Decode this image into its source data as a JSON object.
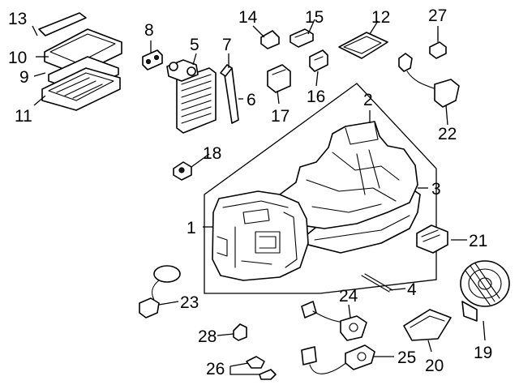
{
  "callouts": [
    {
      "id": "1",
      "text": "1"
    },
    {
      "id": "2",
      "text": "2"
    },
    {
      "id": "3",
      "text": "3"
    },
    {
      "id": "4",
      "text": "4"
    },
    {
      "id": "5",
      "text": "5"
    },
    {
      "id": "6",
      "text": "6"
    },
    {
      "id": "7",
      "text": "7"
    },
    {
      "id": "8",
      "text": "8"
    },
    {
      "id": "9",
      "text": "9"
    },
    {
      "id": "10",
      "text": "10"
    },
    {
      "id": "11",
      "text": "11"
    },
    {
      "id": "12",
      "text": "12"
    },
    {
      "id": "13",
      "text": "13"
    },
    {
      "id": "14",
      "text": "14"
    },
    {
      "id": "15",
      "text": "15"
    },
    {
      "id": "16",
      "text": "16"
    },
    {
      "id": "17",
      "text": "17"
    },
    {
      "id": "18",
      "text": "18"
    },
    {
      "id": "19",
      "text": "19"
    },
    {
      "id": "20",
      "text": "20"
    },
    {
      "id": "21",
      "text": "21"
    },
    {
      "id": "22",
      "text": "22"
    },
    {
      "id": "23",
      "text": "23"
    },
    {
      "id": "24",
      "text": "24"
    },
    {
      "id": "25",
      "text": "25"
    },
    {
      "id": "26",
      "text": "26"
    },
    {
      "id": "27",
      "text": "27"
    },
    {
      "id": "28",
      "text": "28"
    }
  ]
}
